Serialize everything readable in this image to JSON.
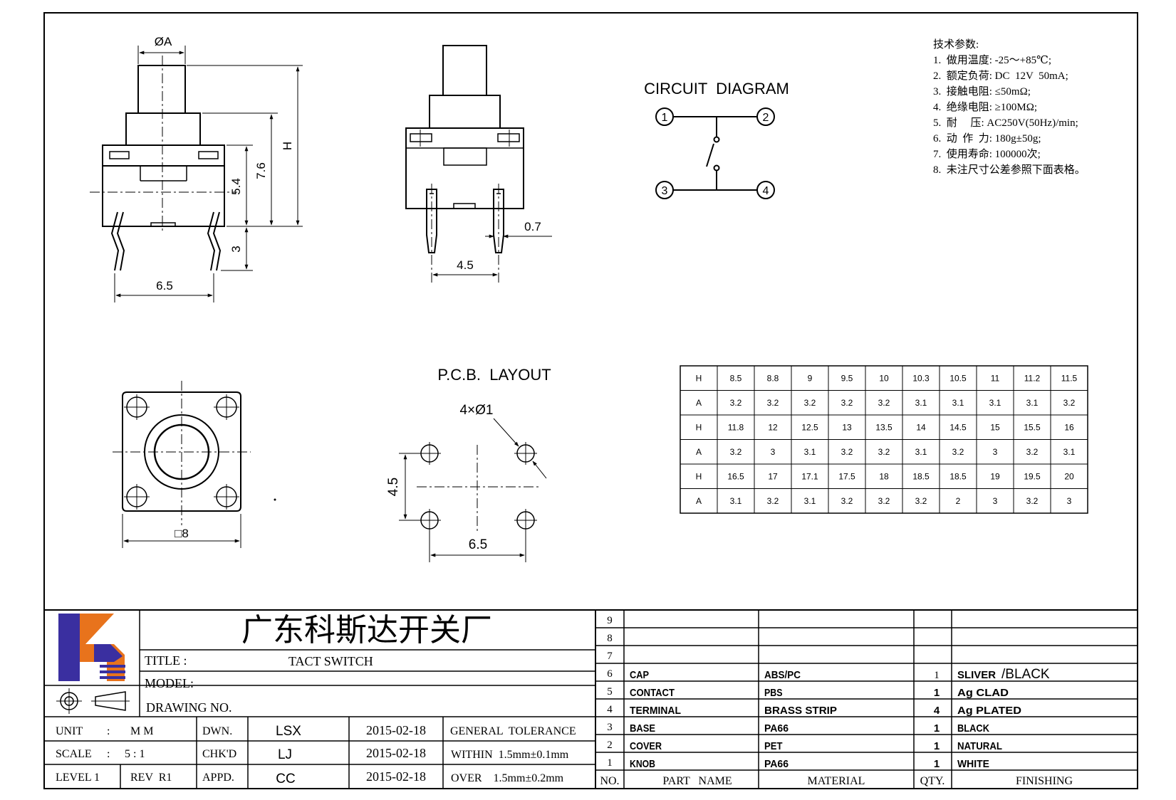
{
  "views": {
    "front": {
      "dia_label": "ØA",
      "h_label": "H",
      "d76": "7.6",
      "d54": "5.4",
      "d3": "3",
      "d65": "6.5"
    },
    "side": {
      "d07": "0.7",
      "d45": "4.5"
    },
    "bottom": {
      "size_label": "□8"
    }
  },
  "circuit": {
    "title": "CIRCUIT  DIAGRAM",
    "pins": [
      "1",
      "2",
      "3",
      "4"
    ]
  },
  "pcb": {
    "title": "P.C.B.  LAYOUT",
    "hole_label": "4×Ø1",
    "d45": "4.5",
    "d65": "6.5"
  },
  "specs": {
    "heading": "技术参数:",
    "items": [
      "1.  做用温度: -25～+85℃;",
      "2.  额定负荷: DC  12V  50mA;",
      "3.  接触电阻: ≤50mΩ;",
      "4.  绝缘电阻: ≥100MΩ;",
      "5.  耐     压: AC250V(50Hz)/min;",
      "6.  动  作  力: 180g±50g;",
      "7.  使用寿命: 100000次;",
      "8.  未注尺寸公差参照下面表格。"
    ]
  },
  "dimension_table": {
    "rows": [
      [
        "H",
        "8.5",
        "8.8",
        "9",
        "9.5",
        "10",
        "10.3",
        "10.5",
        "11",
        "11.2",
        "11.5"
      ],
      [
        "A",
        "3.2",
        "3.2",
        "3.2",
        "3.2",
        "3.2",
        "3.1",
        "3.1",
        "3.1",
        "3.1",
        "3.2"
      ],
      [
        "H",
        "11.8",
        "12",
        "12.5",
        "13",
        "13.5",
        "14",
        "14.5",
        "15",
        "15.5",
        "16"
      ],
      [
        "A",
        "3.2",
        "3",
        "3.1",
        "3.2",
        "3.2",
        "3.1",
        "3.2",
        "3",
        "3.2",
        "3.1"
      ],
      [
        "H",
        "16.5",
        "17",
        "17.1",
        "17.5",
        "18",
        "18.5",
        "18.5",
        "19",
        "19.5",
        "20"
      ],
      [
        "A",
        "3.1",
        "3.2",
        "3.1",
        "3.2",
        "3.2",
        "3.2",
        "2",
        "3",
        "3.2",
        "3"
      ]
    ]
  },
  "title_block": {
    "company": "广东科斯达开关厂",
    "title_label": "TITLE :",
    "title_value": "TACT SWITCH",
    "model_label": "MODEL:",
    "drawing_no_label": "DRAWING NO.",
    "unit_label": "UNIT",
    "unit_colon": ":",
    "unit_value": "M M",
    "scale_label": "SCALE",
    "scale_colon": ":",
    "scale_value": "5 : 1",
    "level_label": "LEVEL 1",
    "rev_label": "REV  R1",
    "dwn_label": "DWN.",
    "chk_label": "CHK'D",
    "appd_label": "APPD.",
    "dwn_name": "LSX",
    "chk_name": "LJ",
    "appd_name": "CC",
    "dwn_date": "2015-02-18",
    "chk_date": "2015-02-18",
    "appd_date": "2015-02-18",
    "tol_label": "GENERAL  TOLERANCE",
    "tol_within": "WITHIN  1.5mm±0.1mm",
    "tol_over": "OVER    1.5mm±0.2mm"
  },
  "bom": {
    "header": {
      "no": "NO.",
      "part_name": "PART   NAME",
      "material": "MATERIAL",
      "qty": "QTY.",
      "finishing": "FINISHING"
    },
    "empty_rows": [
      "9",
      "8",
      "7"
    ],
    "rows": [
      {
        "no": "6",
        "part": "CAP",
        "material": "ABS/PC",
        "qty": "1",
        "finishing": "SLIVER",
        "finishing_extra": "/BLACK"
      },
      {
        "no": "5",
        "part": "CONTACT",
        "material": "PBS",
        "qty": "1",
        "finishing": "Ag  CLAD",
        "finishing_extra": ""
      },
      {
        "no": "4",
        "part": "TERMINAL",
        "material": "BRASS  STRIP",
        "qty": "4",
        "finishing": "Ag  PLATED",
        "finishing_extra": ""
      },
      {
        "no": "3",
        "part": "BASE",
        "material": "PA66",
        "qty": "1",
        "finishing": "BLACK",
        "finishing_extra": ""
      },
      {
        "no": "2",
        "part": "COVER",
        "material": "PET",
        "qty": "1",
        "finishing": "NATURAL",
        "finishing_extra": ""
      },
      {
        "no": "1",
        "part": "KNOB",
        "material": "PA66",
        "qty": "1",
        "finishing": "WHITE",
        "finishing_extra": ""
      }
    ]
  },
  "colors": {
    "logo_blue": "#3a2fa0",
    "logo_orange": "#e8731c",
    "line": "#000000"
  }
}
